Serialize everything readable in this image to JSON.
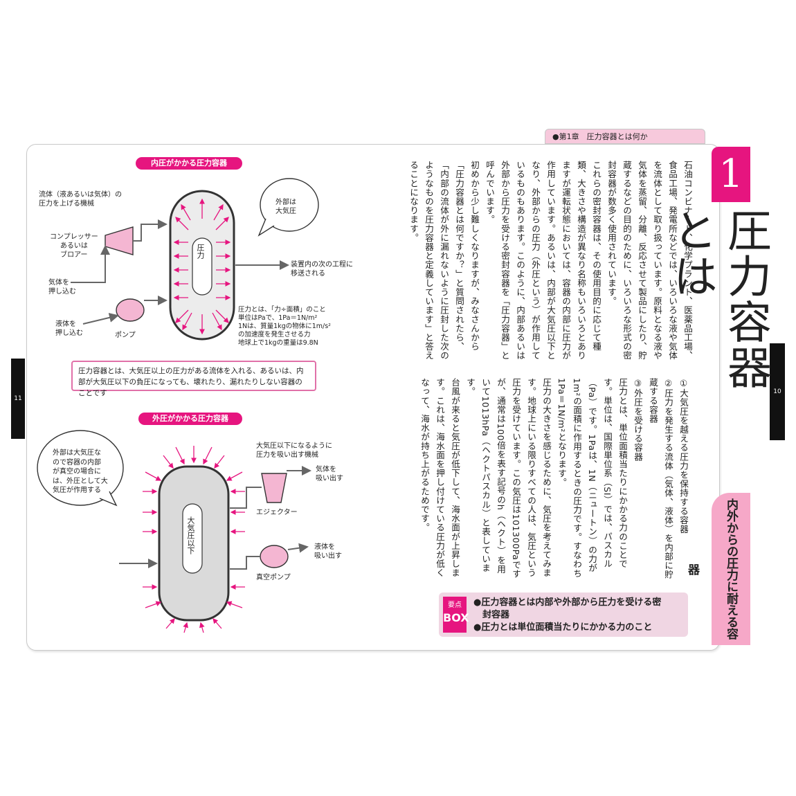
{
  "header": {
    "chapter": "●第1章　圧力容器とは何か"
  },
  "page_numbers": {
    "left": "11",
    "right": "10"
  },
  "section": {
    "number": "1",
    "title": "圧力容器とは",
    "subtitle": "内外からの圧力に耐える容器"
  },
  "body_columns": [
    "石油コンビナート、化学プラント、医薬品工場、食品工場、発電所などでは、いろいろな液や気体を流体として取り扱っています。原料となる液や気体を蒸留、分離、反応させて製品にしたり、貯蔵するなどの目的のために、いろいろな形式の密封容器が数多く使用されています。",
    "これらの密封容器は、その使用目的に応じて種類、大きさや構造が異なり名称もいろいろとありますが運転状態においては、容器の内部に圧力が作用しています。あるいは、内部が大気圧以下となり、外部からの圧力（外圧という）が作用しているものもあります。このように、内部あるいは外部から圧力を受ける密封容器を「圧力容器」と呼んでいます。",
    "初めから少し難しくなりますが、みなさんから「圧力容器とは何ですか？」と質問されたら、「内部の流体が外に漏れないように圧封した次のようなものを圧力容器と定義しています」と答えることになります。"
  ],
  "definition_list": [
    "①大気圧を越える圧力を保持する容器",
    "②圧力を発生する流体（気体、液体）を内部に貯蔵する容器",
    "③外圧を受ける容器"
  ],
  "body_columns_2": [
    "圧力とは、単位面積当たりにかかる力のことです。単位は、国際単位系（SI）では、パスカル（Pa）です。1Paは、1N（ニュートン）の力が1m²の面積に作用するときの圧力です。すなわち1Pa＝1N/m²となります。",
    "圧力の大きさを感じるために、気圧を考えてみます。地球上にいる限りすべての人は、気圧という圧力を受けています。この気圧は101300Paですが、通常は100倍を表す記号のh（ヘクト）を用いて1013hPa（ヘクトパスカル）と表しています。",
    "台風が来ると気圧が低下して、海水面が上昇します。これは、海水面を押し付けている圧力が低くなって、海水が持ち上がるためです。"
  ],
  "key_box": {
    "tag_top": "要点",
    "tag_bottom": "BOX",
    "points": [
      "●圧力容器とは内部や外部から圧力を受ける密",
      "　封容器",
      "●圧力とは単位面積当たりにかかる力のこと"
    ]
  },
  "figure_internal": {
    "title": "内圧がかかる圧力容器",
    "machine_label": "流体（液あるいは気体）の\n圧力を上げる機械",
    "compressor": "コンプレッサー\nあるいは\nブロアー",
    "gas_in": "気体を\n押し込む",
    "liquid_in": "液体を\n押し込む",
    "pump": "ポンプ",
    "bubble": "外部は\n大気圧",
    "inner_label": "圧力",
    "outlet": "装置内の次の工程に\n移送される",
    "note": "圧力とは、「力÷面積」のこと\n単位はPaで、1Pa＝1N/m²\n1Nは、質量1kgの物体に1m/s²\nの加速度を発生させる力\n地球上で1kgの重量は9.8N"
  },
  "definition_box": "圧力容器とは、大気圧以上の圧力がある流体を入れる、あるいは、内部が大気圧以下の負圧になっても、壊れたり、漏れたりしない容器のことです",
  "figure_external": {
    "title": "外圧がかかる圧力容器",
    "bubble": "外部は大気圧な\nので容器の内部\nが真空の場合に\nは、外圧として大\n気圧が作用する",
    "machine_label": "大気圧以下になるように\n圧力を吸い出す機械",
    "gas_out": "気体を\n吸い出す",
    "ejector": "エジェクター",
    "liquid_out": "液体を\n吸い出す",
    "vacuum_pump": "真空ポンプ",
    "inner_label": "大気圧以下"
  },
  "colors": {
    "accent": "#e6157f",
    "accent_light": "#f6a8c8",
    "box_bg": "#f0d6e3"
  }
}
